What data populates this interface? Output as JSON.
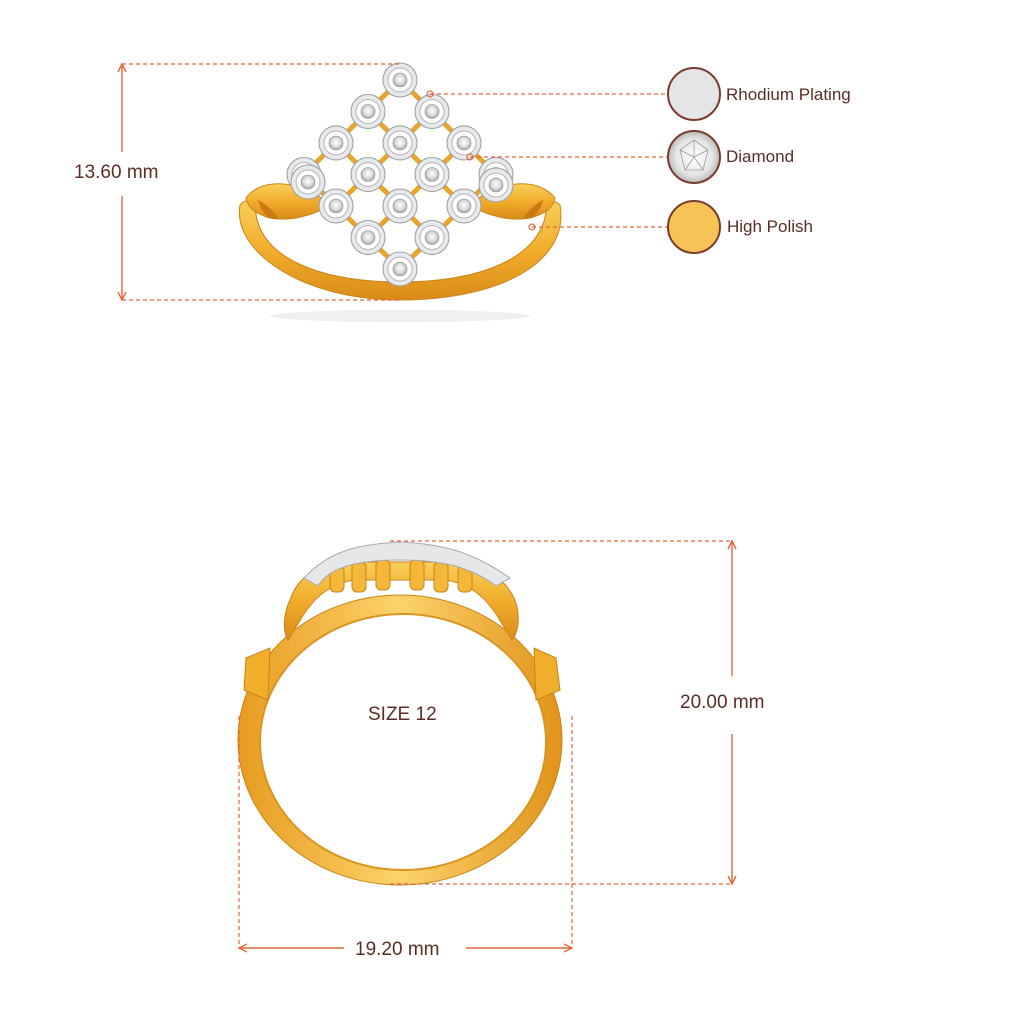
{
  "dimensions": {
    "height_top": "13.60 mm",
    "height_side": "20.00 mm",
    "width_side": "19.20 mm",
    "size_label": "SIZE 12"
  },
  "legend": [
    {
      "label": "Rhodium Plating",
      "swatch": "#e4e5e7"
    },
    {
      "label": "Diamond",
      "swatch": "#f2f2f2"
    },
    {
      "label": "High Polish",
      "swatch": "#f6c356"
    }
  ],
  "colors": {
    "accent": "#e2683a",
    "text": "#5a2e24",
    "gold": "#f2b533",
    "gold_dark": "#d8901a",
    "white_gold": "#e6e7e9"
  }
}
